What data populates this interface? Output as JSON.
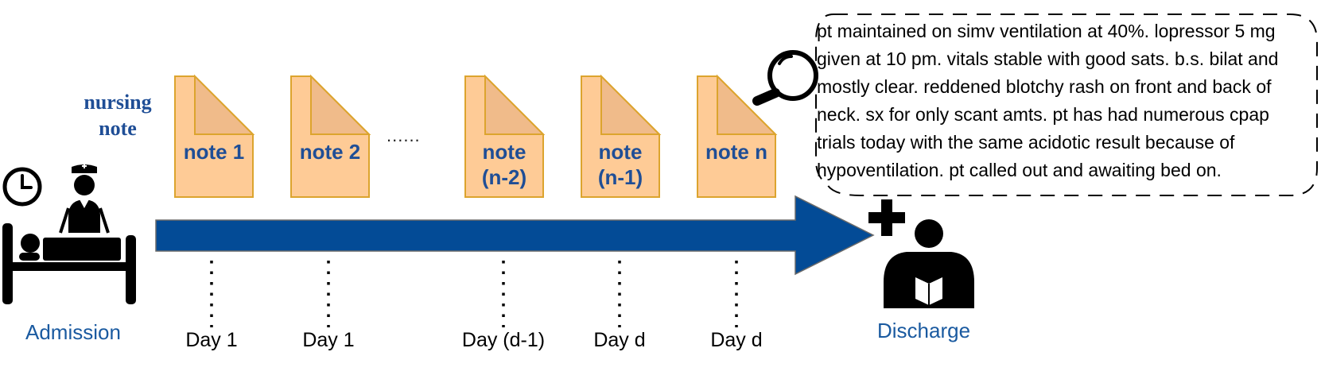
{
  "diagram": {
    "nursing_note_title": "nursing\nnote",
    "ellipsis": "......",
    "notes": [
      {
        "label": "note 1"
      },
      {
        "label": "note 2"
      },
      {
        "label": "note\n(n-2)"
      },
      {
        "label": "note\n(n-1)"
      },
      {
        "label": "note n"
      }
    ],
    "days": [
      "Day 1",
      "Day 1",
      "Day (d-1)",
      "Day d",
      "Day d"
    ],
    "admission_label": "Admission",
    "discharge_label": "Discharge",
    "note_text_lines": [
      "pt maintained on simv ventilation at 40%. lopressor 5 mg",
      "given at 10 pm. vitals stable with good sats. b.s. bilat and",
      "mostly clear. reddened blotchy rash on front and back of",
      "neck. sx for only scant amts. pt has had numerous cpap",
      "trials today with the same acidotic result because of",
      "hypoventilation. pt called out and awaiting bed on."
    ],
    "icons": [
      "clock-icon",
      "nurse-icon",
      "hospital-bed-icon",
      "magnifier-icon",
      "medical-cross-icon",
      "reading-person-icon"
    ],
    "colors": {
      "arrow": "#034b96",
      "note_fill": "#fecb96",
      "note_fold": "#f0bb8a",
      "note_border": "#dca42e",
      "note_text": "#1f4e96",
      "stage_label": "#1a5aa0"
    }
  }
}
